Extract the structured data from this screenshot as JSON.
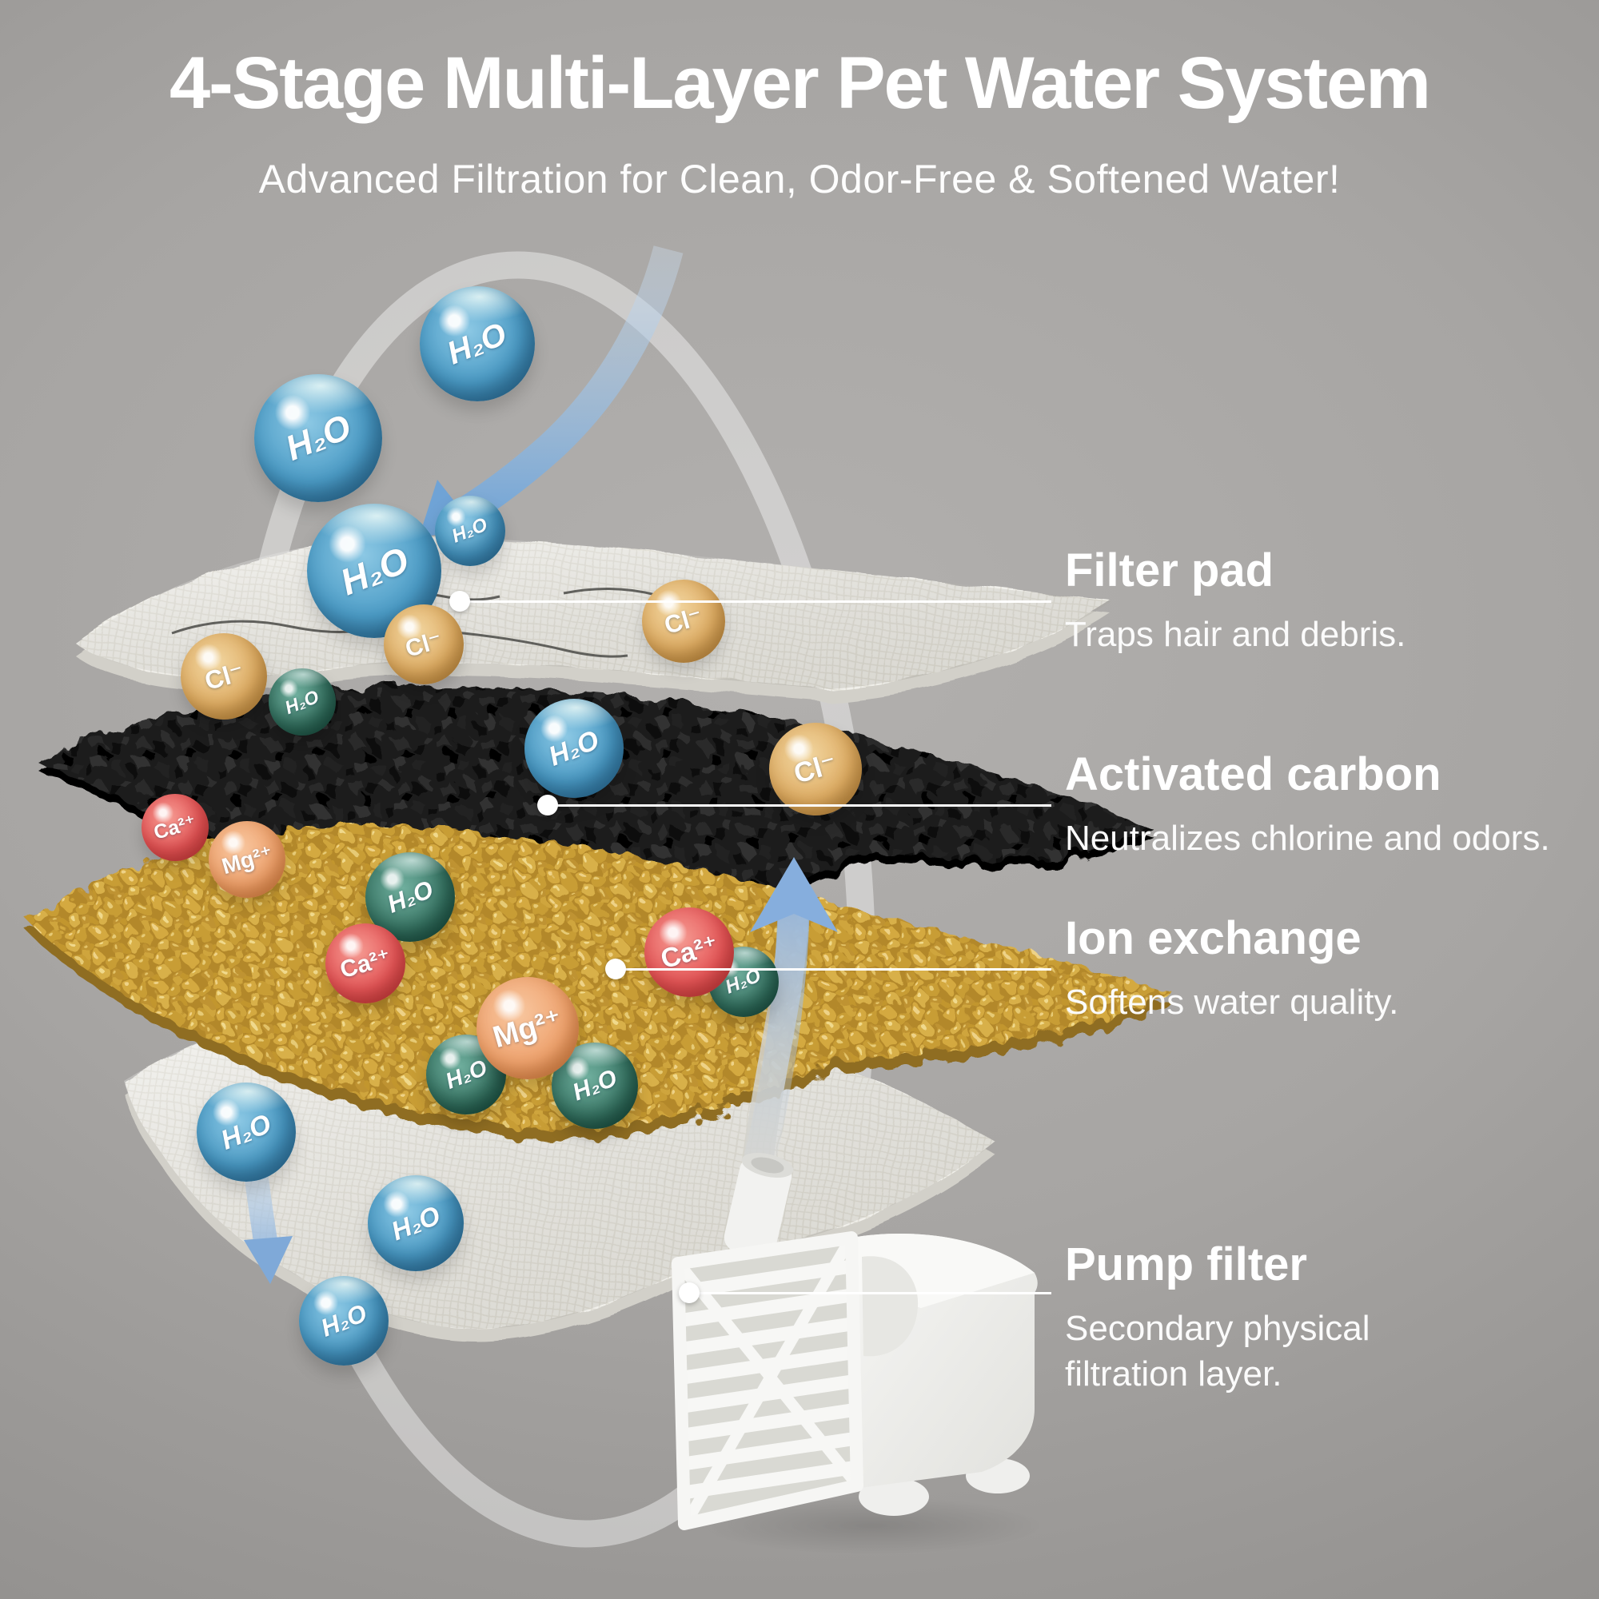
{
  "header": {
    "title": "4-Stage Multi-Layer Pet Water System",
    "subtitle": "Advanced Filtration for Clean, Odor-Free & Softened Water!"
  },
  "stages": [
    {
      "name": "Filter pad",
      "description": "Traps hair and debris."
    },
    {
      "name": "Activated carbon",
      "description": "Neutralizes chlorine and odors."
    },
    {
      "name": "Ion exchange",
      "description": "Softens water quality."
    },
    {
      "name": "Pump filter",
      "description": "Secondary physical filtration layer."
    }
  ],
  "particles": {
    "water": {
      "label": "H₂O",
      "count": 13,
      "color": "#4d9dc7"
    },
    "chloride": {
      "label": "Cl⁻",
      "count": 4,
      "color": "#dfae66"
    },
    "calcium": {
      "label": "Ca²⁺",
      "count": 3,
      "color": "#e6595a"
    },
    "magnesium": {
      "label": "Mg²⁺",
      "count": 2,
      "color": "#efa470"
    }
  },
  "colors": {
    "background": "#a7a5a3",
    "text": "#ffffff",
    "flow_arrow": "#7fa9d8",
    "ring": "#f2f2f2",
    "carbon_layer": "#181818",
    "resin_layer": "#c99f3c",
    "filter_pad": "#f1f0ec",
    "pump_body": "#f4f4f2"
  }
}
